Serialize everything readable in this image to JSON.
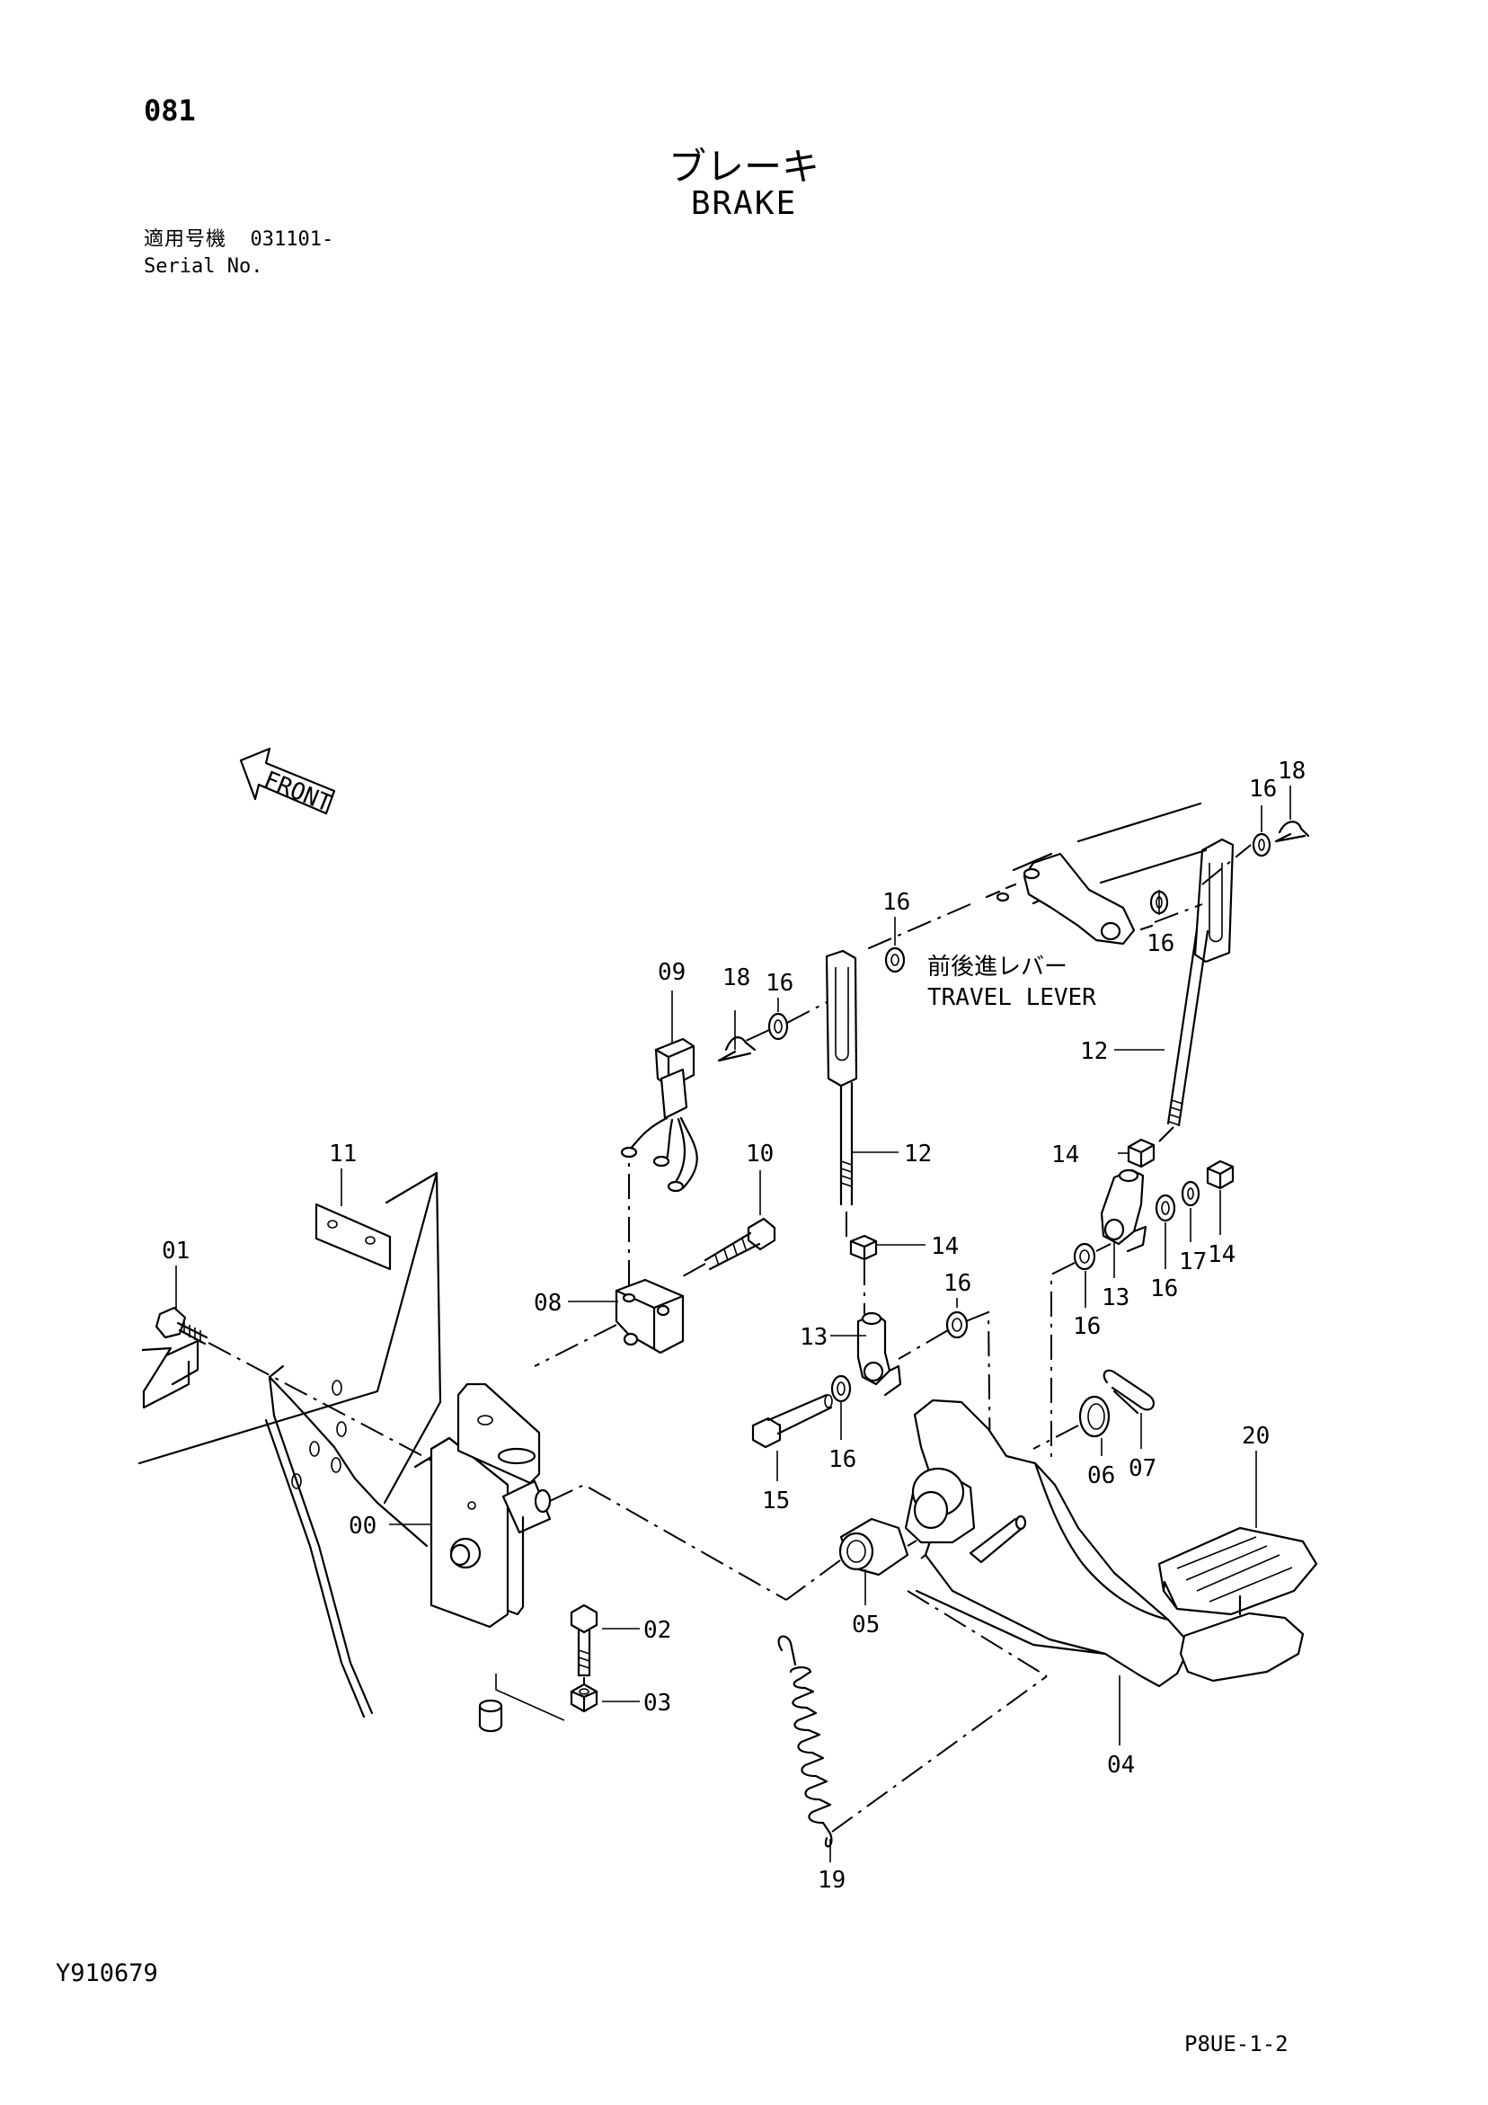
{
  "page_number": "081",
  "title_jp": "ブレーキ",
  "title_en": "BRAKE",
  "serial": {
    "label_jp": "適用号機",
    "value": "031101-",
    "label_en": "Serial No."
  },
  "front_label": "FRONT",
  "travel_lever": {
    "jp": "前後進レバー",
    "en": "TRAVEL LEVER"
  },
  "callouts": {
    "c00": "00",
    "c01": "01",
    "c02": "02",
    "c03": "03",
    "c04": "04",
    "c05": "05",
    "c06": "06",
    "c07": "07",
    "c08": "08",
    "c09": "09",
    "c10": "10",
    "c11": "11",
    "c12a": "12",
    "c12b": "12",
    "c13a": "13",
    "c13b": "13",
    "c14a": "14",
    "c14b": "14",
    "c14c": "14",
    "c15": "15",
    "c16a": "16",
    "c16b": "16",
    "c16c": "16",
    "c16d": "16",
    "c16e": "16",
    "c16f": "16",
    "c16g": "16",
    "c16h": "16",
    "c17": "17",
    "c18a": "18",
    "c18b": "18",
    "c19": "19",
    "c20": "20"
  },
  "figure_id": "Y910679",
  "sheet_code": "P8UE-1-2"
}
